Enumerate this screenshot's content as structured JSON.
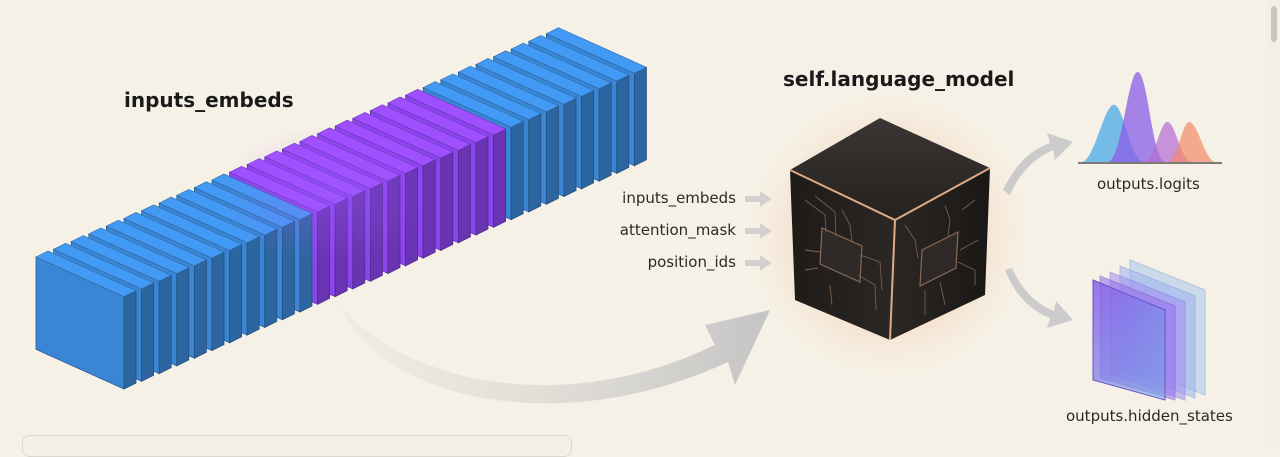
{
  "titles": {
    "embeds": "inputs_embeds",
    "model": "self.language_model"
  },
  "inputs": [
    "inputs_embeds",
    "attention_mask",
    "position_ids"
  ],
  "outputs": {
    "logits": "outputs.logits",
    "hidden_states": "outputs.hidden_states"
  },
  "colors": {
    "background": "#f6f1e6",
    "token_blue": "#3a86d4",
    "token_purple": "#8b45ec",
    "cube": "#1c1a18",
    "glow": "#f5a070",
    "arrow": "#cfcfcf"
  },
  "token_count": 30,
  "purple_tokens": [
    11,
    12,
    13,
    14,
    15,
    16,
    17,
    18,
    19,
    20,
    21
  ],
  "icons": [
    "arrow-right-icon",
    "distribution-curve-icon",
    "layer-stack-icon",
    "chip-icon"
  ]
}
